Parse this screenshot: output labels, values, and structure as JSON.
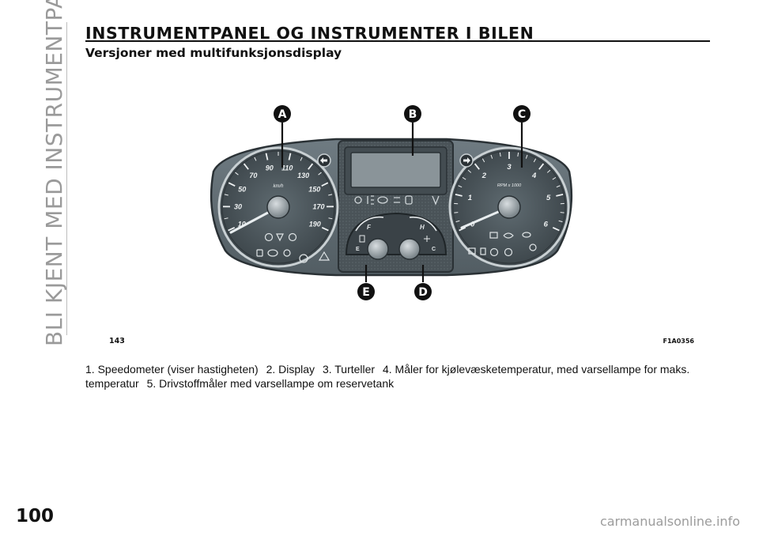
{
  "side_tab": "BLI KJENT MED INSTRUMENTPANELET",
  "title": "INSTRUMENTPANEL OG INSTRUMENTER I BILEN",
  "subtitle": "Versjoner med multifunksjonsdisplay",
  "figure": {
    "callouts": [
      "A",
      "B",
      "C",
      "E",
      "D"
    ],
    "ref_left": "143",
    "ref_right": "F1A0356",
    "speedometer": {
      "unit": "km/h",
      "ticks": [
        "10",
        "30",
        "50",
        "70",
        "90",
        "110",
        "130",
        "150",
        "170",
        "190"
      ]
    },
    "tachometer": {
      "unit": "RPM x 1000",
      "ticks": [
        "0",
        "1",
        "2",
        "3",
        "4",
        "5",
        "6"
      ]
    },
    "fuel_gauge": {
      "full": "F",
      "empty": "E"
    },
    "temp_gauge": {
      "hot": "H",
      "cold": "C"
    }
  },
  "caption": {
    "items": [
      "1. Speedometer (viser hastigheten)",
      "2. Display",
      "3. Turteller",
      "4. Måler for kjølevæsketemperatur, med varsellampe for maks. temperatur",
      "5. Drivstoffmåler med varsellampe om reservetank"
    ]
  },
  "page_number": "100",
  "watermark": "carmanualsonline.info",
  "colors": {
    "panel": "#5e6a71",
    "panel_dark": "#3f484e",
    "dial": "#4b565c",
    "display": "#8a9499"
  }
}
